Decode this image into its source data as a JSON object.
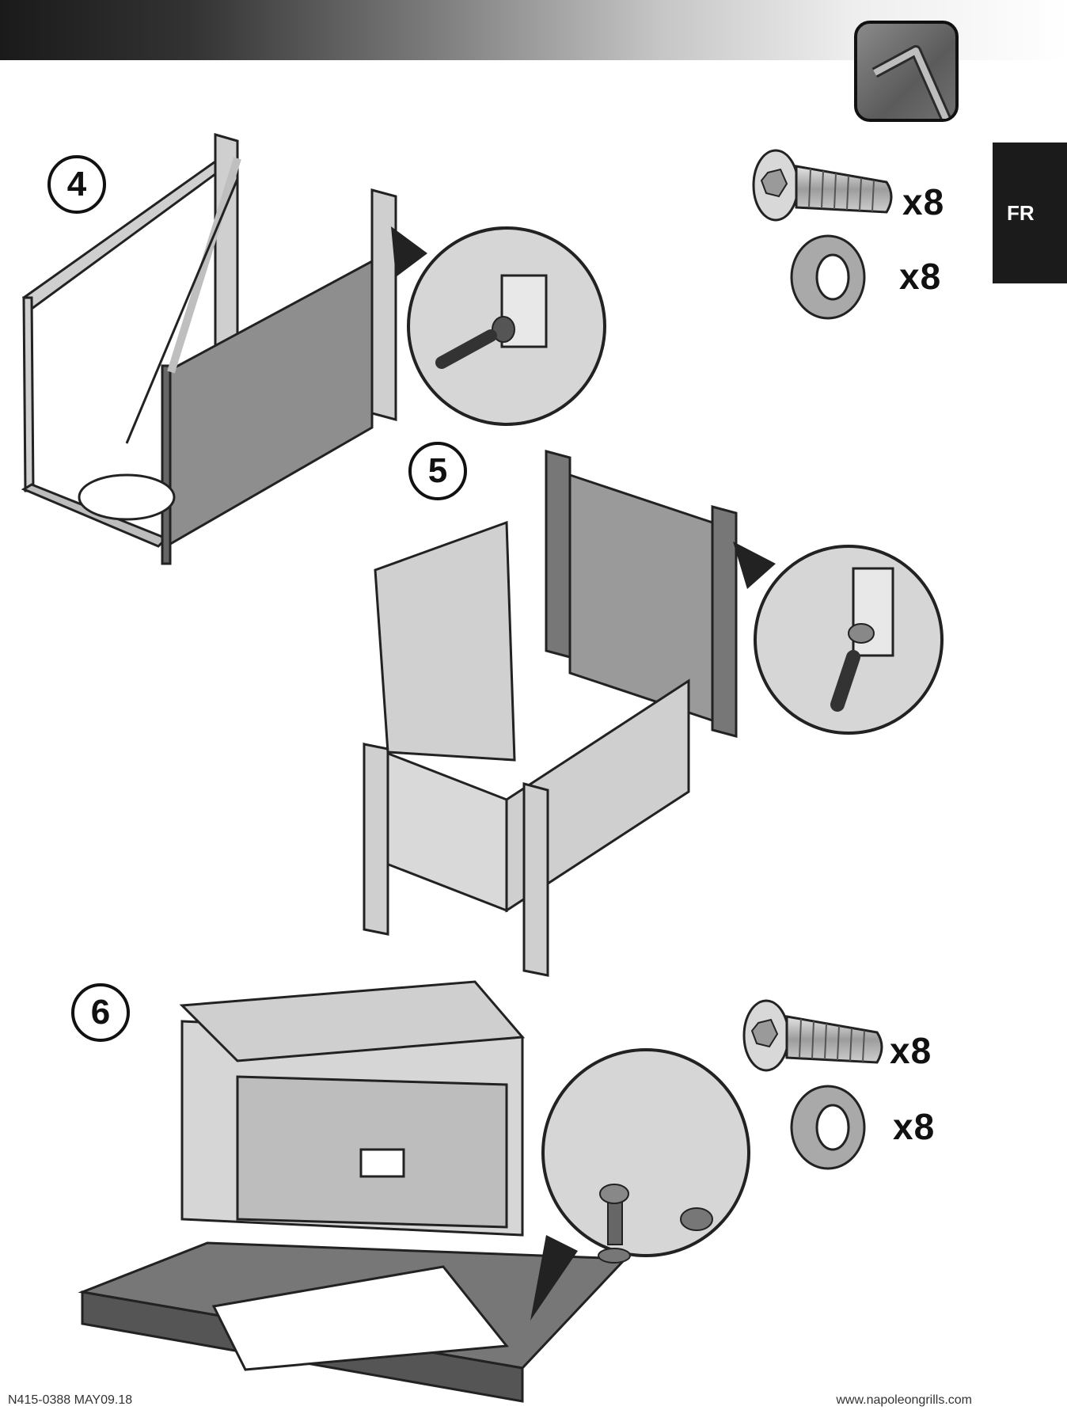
{
  "header": {
    "language_tab": "FR"
  },
  "steps": [
    {
      "number": "4"
    },
    {
      "number": "5"
    },
    {
      "number": "6"
    }
  ],
  "hardware": {
    "step4_bolt_qty": "x8",
    "step4_washer_qty": "x8",
    "step6_bolt_qty": "x8",
    "step6_washer_qty": "x8"
  },
  "icons": [
    "hex-key-icon",
    "bolt-icon",
    "washer-icon",
    "magnifier-detail-icon"
  ],
  "footer": {
    "doc_code": "N415-0388 MAY09.18",
    "website": "www.napoleongrills.com"
  }
}
